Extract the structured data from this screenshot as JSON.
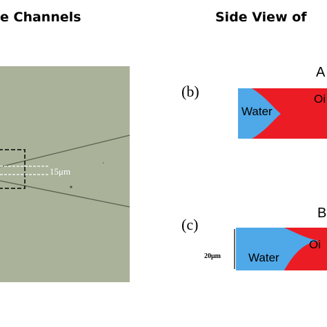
{
  "headers": {
    "left": "e Channels",
    "right": "Side View of"
  },
  "panel_a": {
    "scale_label": "15μm"
  },
  "panel_b": {
    "tag": "(b)",
    "title": "A",
    "water_label": "Water",
    "oil_label": "Oi",
    "colors": {
      "water": "#4fa8e8",
      "oil": "#ec1c24"
    }
  },
  "panel_c": {
    "tag": "(c)",
    "title": "B",
    "water_label": "Water",
    "oil_label": "Oi",
    "dimension_label": "20μm",
    "colors": {
      "water": "#4fa8e8",
      "oil": "#ec1c24"
    }
  }
}
